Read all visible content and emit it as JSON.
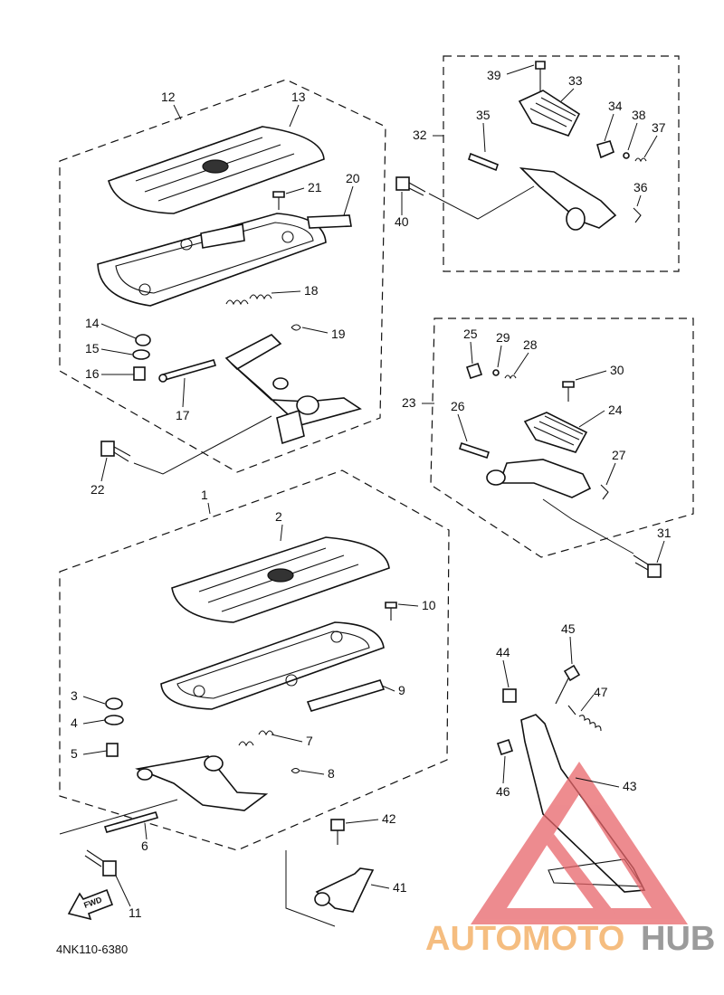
{
  "diagram": {
    "part_code": "4NK110-6380",
    "callouts": [
      "1",
      "2",
      "3",
      "4",
      "5",
      "6",
      "7",
      "8",
      "9",
      "10",
      "11",
      "12",
      "13",
      "14",
      "15",
      "16",
      "17",
      "18",
      "19",
      "20",
      "21",
      "22",
      "23",
      "24",
      "25",
      "26",
      "27",
      "28",
      "29",
      "30",
      "31",
      "32",
      "33",
      "34",
      "35",
      "36",
      "37",
      "38",
      "39",
      "40",
      "41",
      "42",
      "43",
      "44",
      "45",
      "46",
      "47"
    ],
    "fwd_label": "FWD"
  },
  "watermark": {
    "text_part1": "AUTOMOTO",
    "text_part2": "HUB",
    "color_light": "#f4b26b",
    "color_dark": "#8a8a8a",
    "triangle_color": "#e8656a"
  }
}
